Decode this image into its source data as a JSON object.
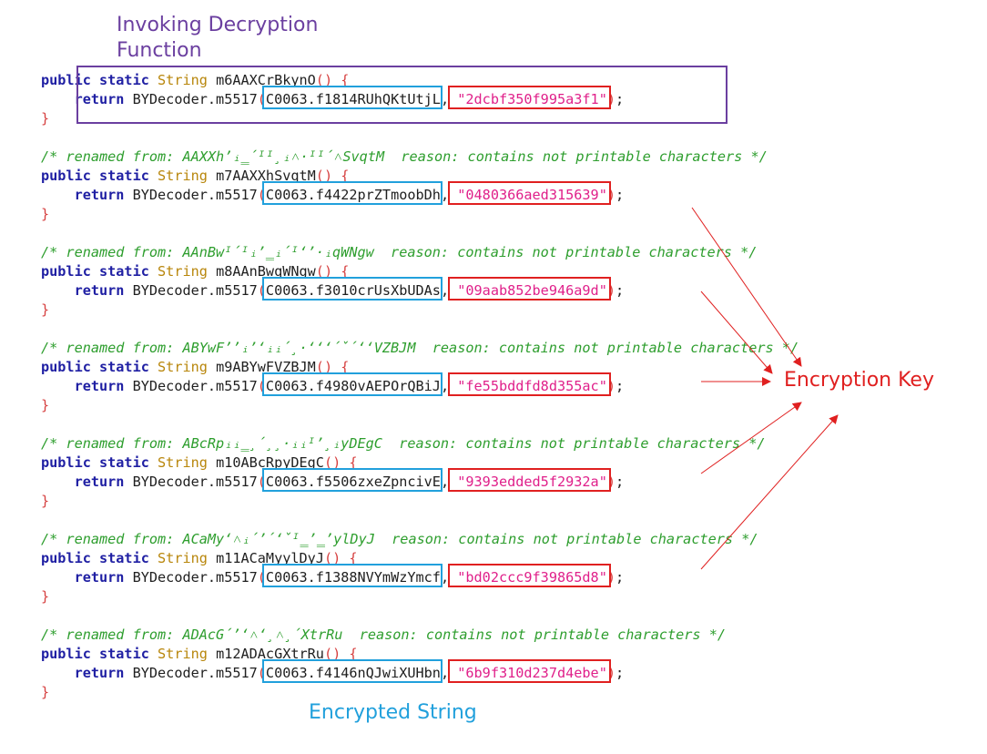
{
  "labels": {
    "invoking_line1": "Invoking Decryption",
    "invoking_line2": "Function",
    "encryption_key": "Encryption Key",
    "encrypted_string": "Encrypted String"
  },
  "colors": {
    "invoking": "#6b3fa0",
    "key": "#e02020",
    "encrypted": "#21a0dc",
    "comment": "#2e9e2e",
    "keyword": "#1f1fa3",
    "type": "#b8860b",
    "string": "#e0208a"
  },
  "code": {
    "kw_public_static": "public static",
    "type_string": "String",
    "kw_return": "return",
    "decoder_call": "BYDecoder.m5517",
    "comment_reason": "reason: contains not printable characters */",
    "blocks": [
      {
        "comment": "",
        "method": "m6AAXCrBkynO",
        "field": "C0063.f1814RUhQKtUtjL",
        "key": "\"2dcbf350f995a3f1\""
      },
      {
        "comment": "/* renamed from: AAXXh’ᵢ‗´ᴵᴵ¸ᵢ˄·ᴵᴵ´˄SvqtM",
        "method": "m7AAXXhSvqtM",
        "field": "C0063.f4422prZTmoobDh",
        "key": "\"0480366aed315639\""
      },
      {
        "comment": "/* renamed from: AAnBwᴵ´ᴵᵢ’‗ᵢ´ᴵ‘’·ᵢqWNgw",
        "method": "m8AAnBwqWNgw",
        "field": "C0063.f3010crUsXbUDAs",
        "key": "\"09aab852be946a9d\""
      },
      {
        "comment": "/* renamed from: ABYwF’’ᵢ’‘ᵢᵢ´¸·‘‘‘´ˇ´‘‘VZBJM",
        "method": "m9ABYwFVZBJM",
        "field": "C0063.f4980vAEPOrQBiJ",
        "key": "\"fe55bddfd8d355ac\""
      },
      {
        "comment": "/* renamed from: ABcRpᵢᵢ‗¸´¸¸·ᵢᵢᴵ’¸ᵢyDEgC",
        "method": "m10ABcRpyDEgC",
        "field": "C0063.f5506zxeZpncivE",
        "key": "\"9393edded5f2932a\""
      },
      {
        "comment": "/* renamed from: ACaMy‘˄ᵢ´’´‘ˇᴵ‗’‗’ylDyJ",
        "method": "m11ACaMyylDyJ",
        "field": "C0063.f1388NVYmWzYmcf",
        "key": "\"bd02ccc9f39865d8\""
      },
      {
        "comment": "/* renamed from: ADAcG´’‘˄‘¸˄¸´XtrRu",
        "method": "m12ADAcGXtrRu",
        "field": "C0063.f4146nQJwiXUHbn",
        "key": "\"6b9f310d237d4ebe\""
      }
    ]
  }
}
